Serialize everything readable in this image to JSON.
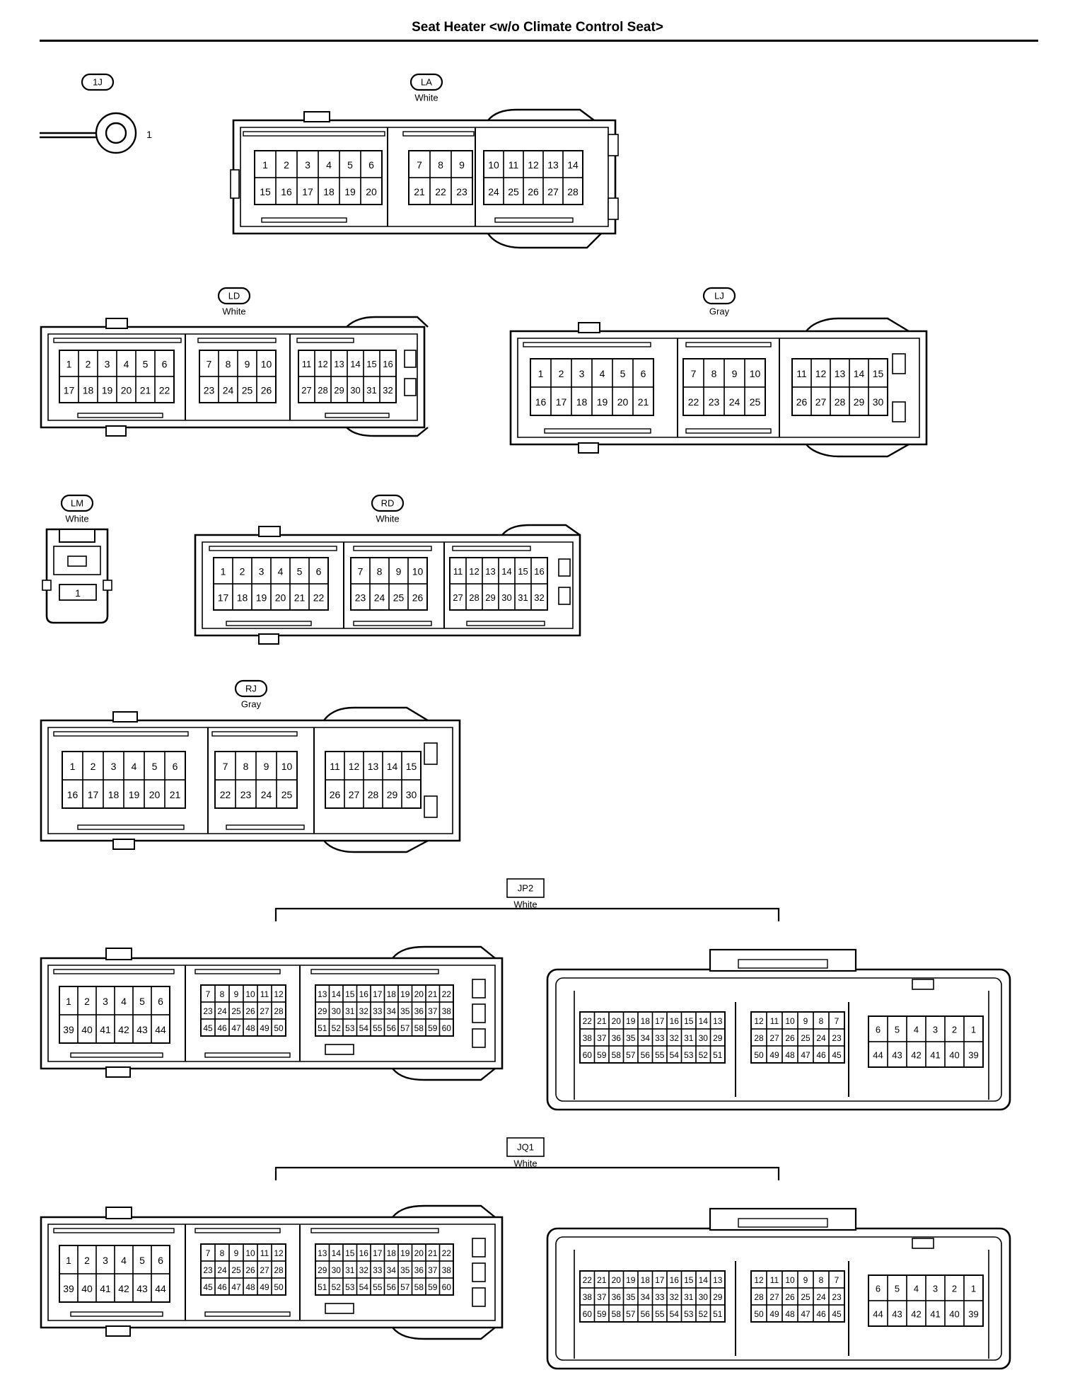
{
  "page": {
    "title": "Seat Heater <w/o Climate Control Seat>"
  },
  "connectors": {
    "c1J": {
      "code": "1J",
      "color": "",
      "pins": [
        "1"
      ]
    },
    "cLA": {
      "code": "LA",
      "color": "White",
      "g1_top": [
        "1",
        "2",
        "3",
        "4",
        "5",
        "6"
      ],
      "g1_bot": [
        "15",
        "16",
        "17",
        "18",
        "19",
        "20"
      ],
      "g2_top": [
        "7",
        "8",
        "9"
      ],
      "g2_bot": [
        "21",
        "22",
        "23"
      ],
      "g3_top": [
        "10",
        "11",
        "12",
        "13",
        "14"
      ],
      "g3_bot": [
        "24",
        "25",
        "26",
        "27",
        "28"
      ]
    },
    "cLD": {
      "code": "LD",
      "color": "White",
      "g1_top": [
        "1",
        "2",
        "3",
        "4",
        "5",
        "6"
      ],
      "g1_bot": [
        "17",
        "18",
        "19",
        "20",
        "21",
        "22"
      ],
      "g2_top": [
        "7",
        "8",
        "9",
        "10"
      ],
      "g2_bot": [
        "23",
        "24",
        "25",
        "26"
      ],
      "g3_top": [
        "11",
        "12",
        "13",
        "14",
        "15",
        "16"
      ],
      "g3_bot": [
        "27",
        "28",
        "29",
        "30",
        "31",
        "32"
      ]
    },
    "cLJ": {
      "code": "LJ",
      "color": "Gray",
      "g1_top": [
        "1",
        "2",
        "3",
        "4",
        "5",
        "6"
      ],
      "g1_bot": [
        "16",
        "17",
        "18",
        "19",
        "20",
        "21"
      ],
      "g2_top": [
        "7",
        "8",
        "9",
        "10"
      ],
      "g2_bot": [
        "22",
        "23",
        "24",
        "25"
      ],
      "g3_top": [
        "11",
        "12",
        "13",
        "14",
        "15"
      ],
      "g3_bot": [
        "26",
        "27",
        "28",
        "29",
        "30"
      ]
    },
    "cLM": {
      "code": "LM",
      "color": "White",
      "pins": [
        "1"
      ]
    },
    "cRD": {
      "code": "RD",
      "color": "White",
      "g1_top": [
        "1",
        "2",
        "3",
        "4",
        "5",
        "6"
      ],
      "g1_bot": [
        "17",
        "18",
        "19",
        "20",
        "21",
        "22"
      ],
      "g2_top": [
        "7",
        "8",
        "9",
        "10"
      ],
      "g2_bot": [
        "23",
        "24",
        "25",
        "26"
      ],
      "g3_top": [
        "11",
        "12",
        "13",
        "14",
        "15",
        "16"
      ],
      "g3_bot": [
        "27",
        "28",
        "29",
        "30",
        "31",
        "32"
      ]
    },
    "cRJ": {
      "code": "RJ",
      "color": "Gray",
      "g1_top": [
        "1",
        "2",
        "3",
        "4",
        "5",
        "6"
      ],
      "g1_bot": [
        "16",
        "17",
        "18",
        "19",
        "20",
        "21"
      ],
      "g2_top": [
        "7",
        "8",
        "9",
        "10"
      ],
      "g2_bot": [
        "22",
        "23",
        "24",
        "25"
      ],
      "g3_top": [
        "11",
        "12",
        "13",
        "14",
        "15"
      ],
      "g3_bot": [
        "26",
        "27",
        "28",
        "29",
        "30"
      ]
    },
    "cJP2": {
      "code": "JP2",
      "color": "White",
      "male_g1_top": [
        "1",
        "2",
        "3",
        "4",
        "5",
        "6"
      ],
      "male_g1_bot": [
        "39",
        "40",
        "41",
        "42",
        "43",
        "44"
      ],
      "male_g2": [
        [
          "7",
          "8",
          "9",
          "10",
          "11",
          "12"
        ],
        [
          "23",
          "24",
          "25",
          "26",
          "27",
          "28"
        ],
        [
          "45",
          "46",
          "47",
          "48",
          "49",
          "50"
        ]
      ],
      "male_g3": [
        [
          "13",
          "14",
          "15",
          "16",
          "17",
          "18",
          "19",
          "20",
          "21",
          "22"
        ],
        [
          "29",
          "30",
          "31",
          "32",
          "33",
          "34",
          "35",
          "36",
          "37",
          "38"
        ],
        [
          "51",
          "52",
          "53",
          "54",
          "55",
          "56",
          "57",
          "58",
          "59",
          "60"
        ]
      ],
      "female_g1": [
        [
          "22",
          "21",
          "20",
          "19",
          "18",
          "17",
          "16",
          "15",
          "14",
          "13"
        ],
        [
          "38",
          "37",
          "36",
          "35",
          "34",
          "33",
          "32",
          "31",
          "30",
          "29"
        ],
        [
          "60",
          "59",
          "58",
          "57",
          "56",
          "55",
          "54",
          "53",
          "52",
          "51"
        ]
      ],
      "female_g2": [
        [
          "12",
          "11",
          "10",
          "9",
          "8",
          "7"
        ],
        [
          "28",
          "27",
          "26",
          "25",
          "24",
          "23"
        ],
        [
          "50",
          "49",
          "48",
          "47",
          "46",
          "45"
        ]
      ],
      "female_g3_top": [
        "6",
        "5",
        "4",
        "3",
        "2",
        "1"
      ],
      "female_g3_bot": [
        "44",
        "43",
        "42",
        "41",
        "40",
        "39"
      ]
    },
    "cJQ1": {
      "code": "JQ1",
      "color": "White",
      "male_g1_top": [
        "1",
        "2",
        "3",
        "4",
        "5",
        "6"
      ],
      "male_g1_bot": [
        "39",
        "40",
        "41",
        "42",
        "43",
        "44"
      ],
      "male_g2": [
        [
          "7",
          "8",
          "9",
          "10",
          "11",
          "12"
        ],
        [
          "23",
          "24",
          "25",
          "26",
          "27",
          "28"
        ],
        [
          "45",
          "46",
          "47",
          "48",
          "49",
          "50"
        ]
      ],
      "male_g3": [
        [
          "13",
          "14",
          "15",
          "16",
          "17",
          "18",
          "19",
          "20",
          "21",
          "22"
        ],
        [
          "29",
          "30",
          "31",
          "32",
          "33",
          "34",
          "35",
          "36",
          "37",
          "38"
        ],
        [
          "51",
          "52",
          "53",
          "54",
          "55",
          "56",
          "57",
          "58",
          "59",
          "60"
        ]
      ],
      "female_g1": [
        [
          "22",
          "21",
          "20",
          "19",
          "18",
          "17",
          "16",
          "15",
          "14",
          "13"
        ],
        [
          "38",
          "37",
          "36",
          "35",
          "34",
          "33",
          "32",
          "31",
          "30",
          "29"
        ],
        [
          "60",
          "59",
          "58",
          "57",
          "56",
          "55",
          "54",
          "53",
          "52",
          "51"
        ]
      ],
      "female_g2": [
        [
          "12",
          "11",
          "10",
          "9",
          "8",
          "7"
        ],
        [
          "28",
          "27",
          "26",
          "25",
          "24",
          "23"
        ],
        [
          "50",
          "49",
          "48",
          "47",
          "46",
          "45"
        ]
      ],
      "female_g3_top": [
        "6",
        "5",
        "4",
        "3",
        "2",
        "1"
      ],
      "female_g3_bot": [
        "44",
        "43",
        "42",
        "41",
        "40",
        "39"
      ]
    }
  }
}
